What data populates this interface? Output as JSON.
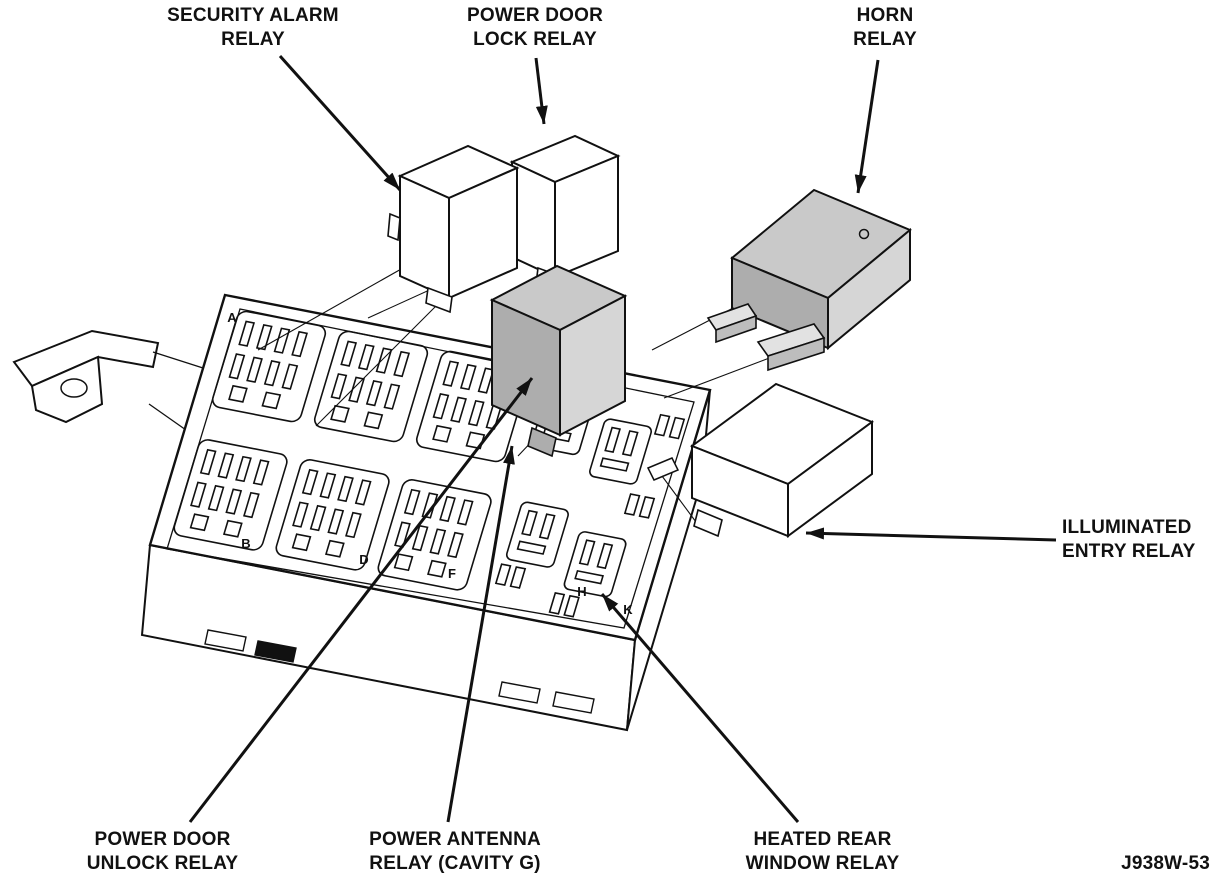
{
  "callouts": {
    "security_alarm": [
      "SECURITY ALARM",
      "RELAY"
    ],
    "power_door_lock": [
      "POWER DOOR",
      "LOCK RELAY"
    ],
    "horn": [
      "HORN",
      "RELAY"
    ],
    "illuminated_entry": [
      "ILLUMINATED",
      "ENTRY RELAY"
    ],
    "power_door_unlock": [
      "POWER DOOR",
      "UNLOCK RELAY"
    ],
    "power_antenna": [
      "POWER ANTENNA",
      "RELAY (CAVITY G)"
    ],
    "heated_rear_window": [
      "HEATED REAR",
      "WINDOW RELAY"
    ]
  },
  "figure_code": "J938W-53",
  "cavity_letters": [
    "A",
    "B",
    "D",
    "F",
    "H",
    "K"
  ],
  "colors": {
    "ink": "#111111",
    "relay_shade_top": "#c9c9c9",
    "relay_shade_dark": "#adadad",
    "relay_shade_light": "#d6d6d6",
    "background": "#ffffff"
  }
}
